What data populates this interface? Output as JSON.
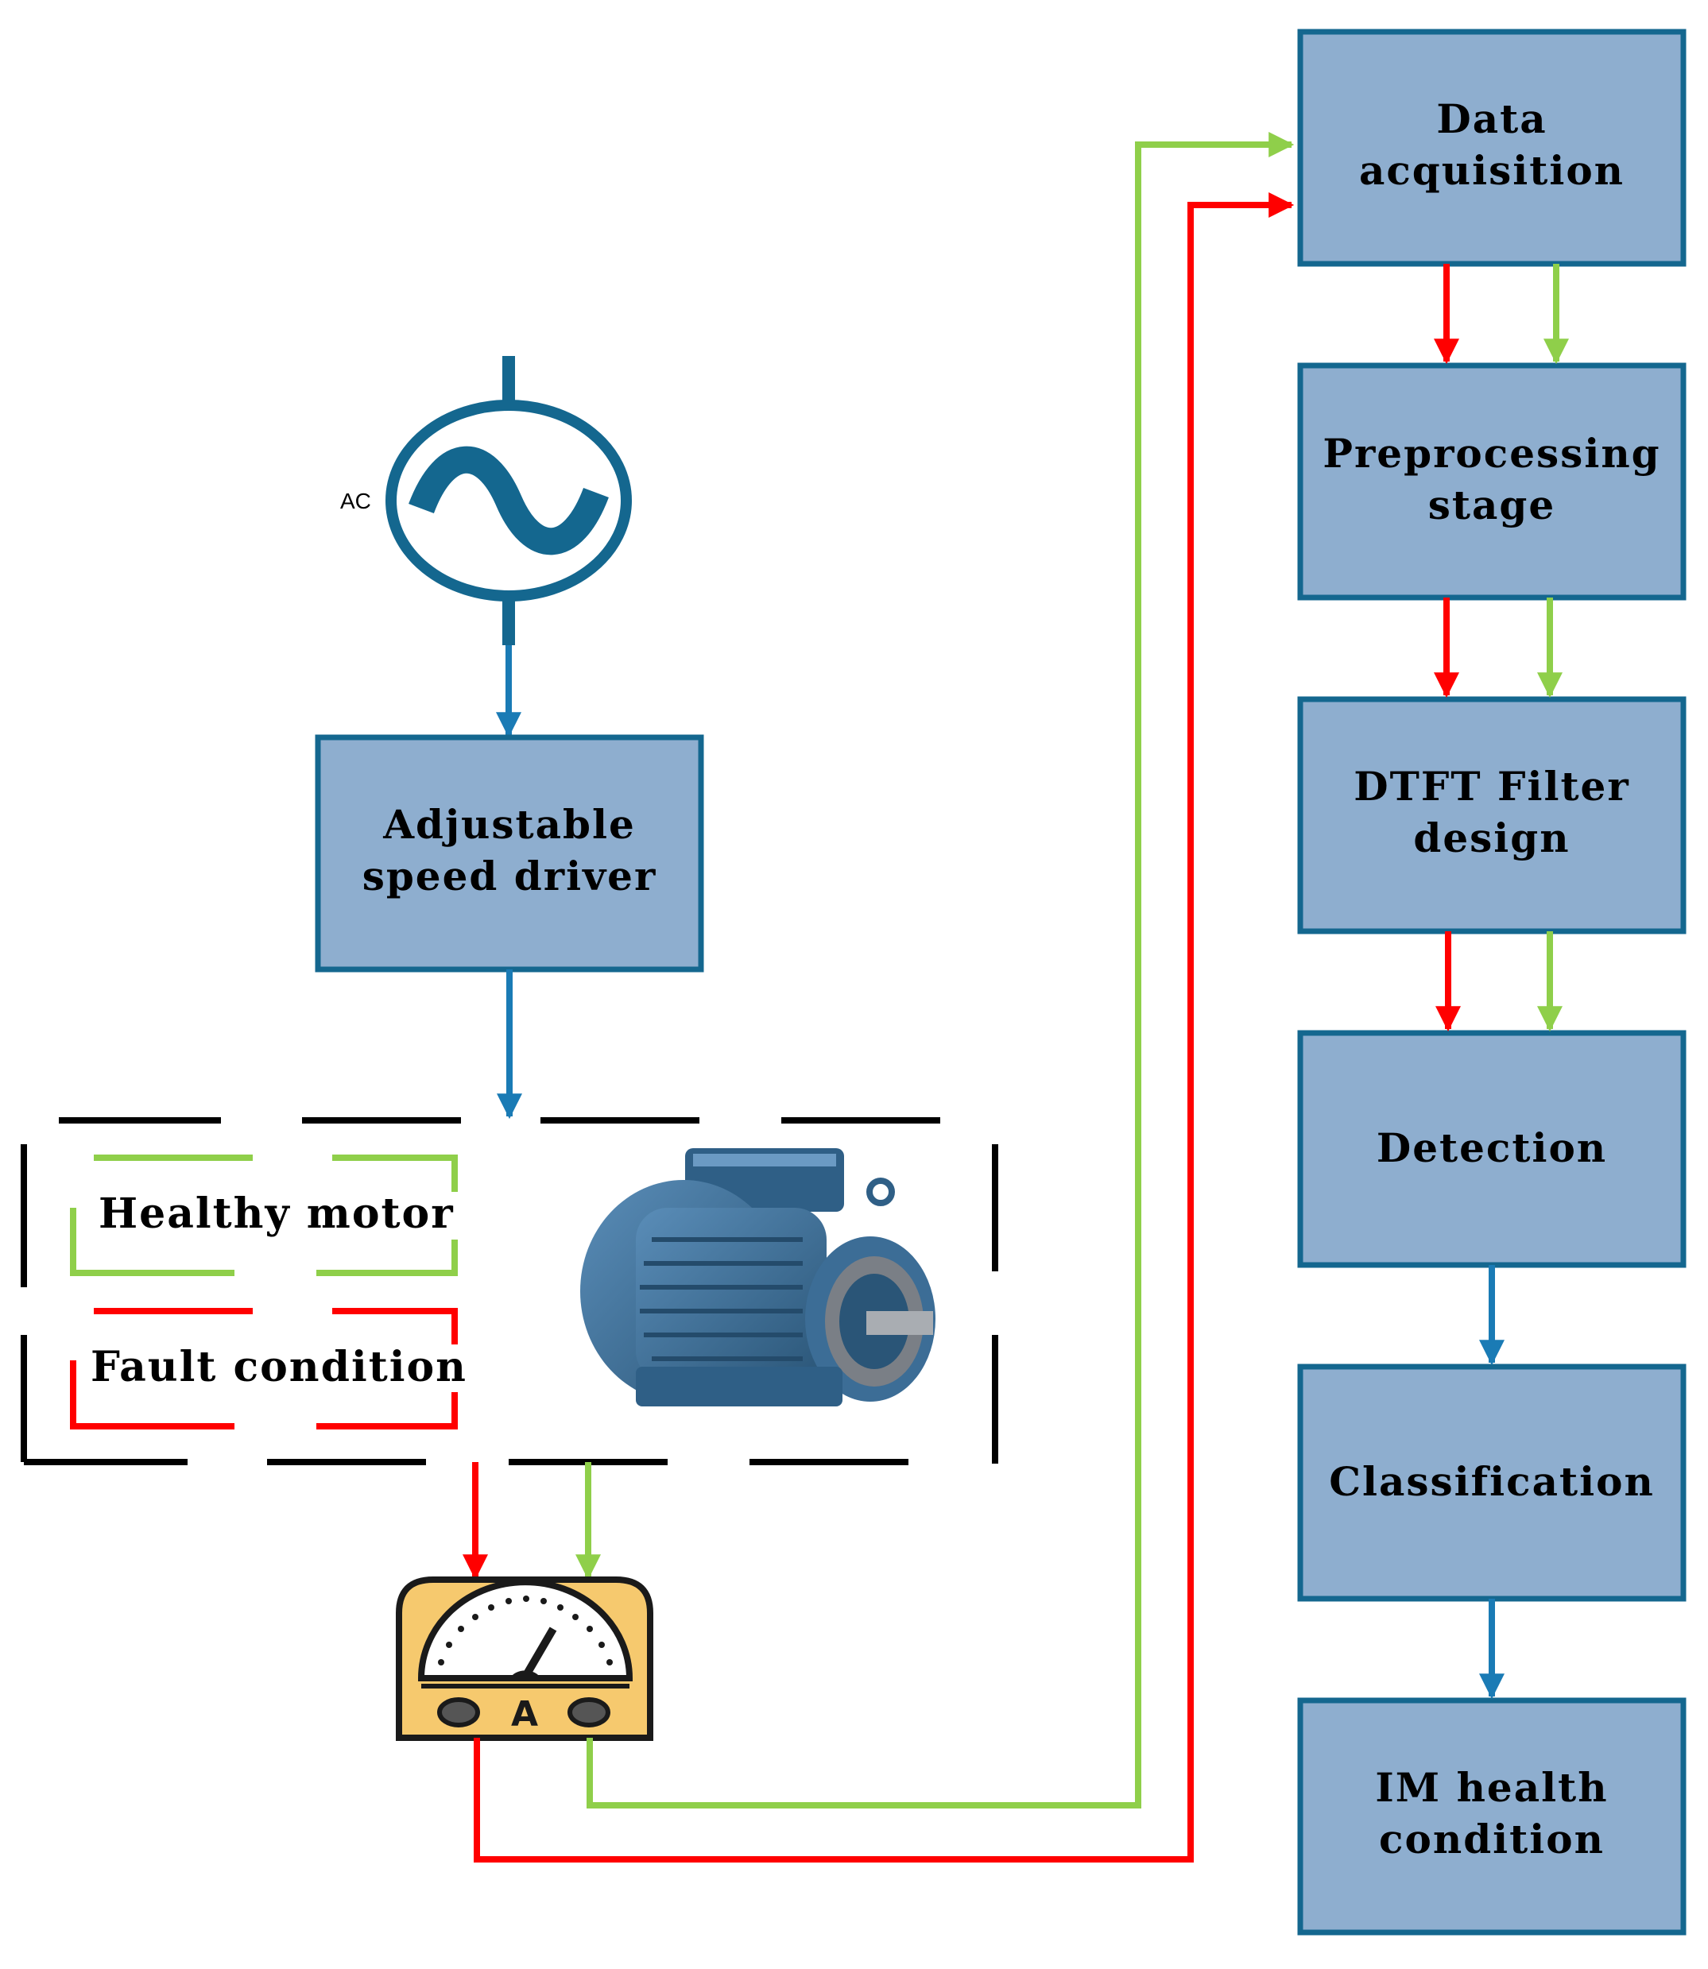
{
  "colors": {
    "box_fill": "#8eaecf",
    "box_border": "#14678f",
    "blue_arrow": "#1a7bb5",
    "red_line": "#ff0000",
    "green_line": "#8fcf4a",
    "meter_fill": "#f6c96e",
    "motor_body": "#3c6d96"
  },
  "source": {
    "label": "AC",
    "icon": "ac-source-icon"
  },
  "driver": {
    "line1": "Adjustable",
    "line2": "speed driver"
  },
  "conditions": {
    "healthy": "Healthy motor",
    "fault": "Fault condition"
  },
  "motor": {
    "icon": "induction-motor-icon"
  },
  "meter": {
    "icon": "ammeter-icon",
    "label": "A"
  },
  "pipeline": [
    {
      "line1": "Data",
      "line2": "acquisition"
    },
    {
      "line1": "Preprocessing",
      "line2": "stage"
    },
    {
      "line1": "DTFT Filter",
      "line2": "design"
    },
    {
      "line1": "Detection",
      "line2": ""
    },
    {
      "line1": "Classification",
      "line2": ""
    },
    {
      "line1": "IM health",
      "line2": "condition"
    }
  ]
}
